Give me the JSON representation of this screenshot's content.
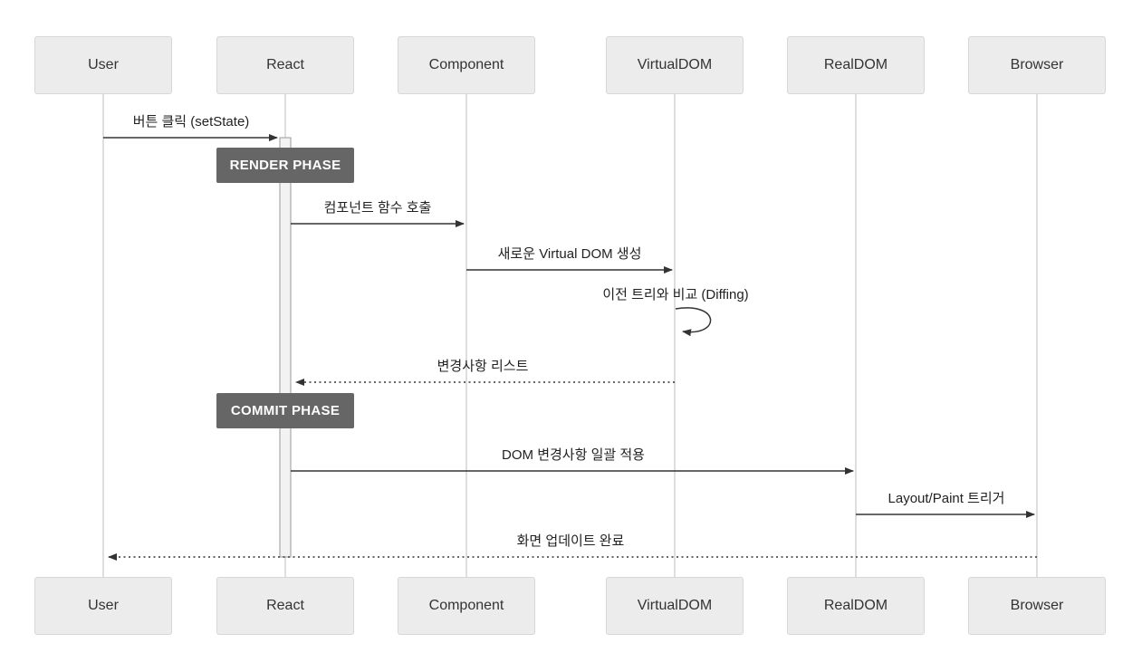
{
  "diagram": {
    "type": "sequence-diagram",
    "participants": [
      {
        "name": "User"
      },
      {
        "name": "React"
      },
      {
        "name": "Component"
      },
      {
        "name": "VirtualDOM"
      },
      {
        "name": "RealDOM"
      },
      {
        "name": "Browser"
      }
    ],
    "phases": [
      {
        "label": "RENDER PHASE"
      },
      {
        "label": "COMMIT PHASE"
      }
    ],
    "messages": [
      {
        "label": "버튼 클릭 (setState)",
        "from": "User",
        "to": "React",
        "line": "solid"
      },
      {
        "label": "컴포넌트 함수 호출",
        "from": "React",
        "to": "Component",
        "line": "solid"
      },
      {
        "label": "새로운 Virtual DOM 생성",
        "from": "Component",
        "to": "VirtualDOM",
        "line": "solid"
      },
      {
        "label": "이전 트리와 비교 (Diffing)",
        "from": "VirtualDOM",
        "to": "VirtualDOM",
        "line": "self-loop"
      },
      {
        "label": "변경사항 리스트",
        "from": "VirtualDOM",
        "to": "React",
        "line": "dashed"
      },
      {
        "label": "DOM 변경사항 일괄 적용",
        "from": "React",
        "to": "RealDOM",
        "line": "solid"
      },
      {
        "label": "Layout/Paint 트리거",
        "from": "RealDOM",
        "to": "Browser",
        "line": "solid"
      },
      {
        "label": "화면 업데이트 완료",
        "from": "Browser",
        "to": "User",
        "line": "dashed"
      }
    ],
    "colors": {
      "background": "#ffffff",
      "participant_fill": "#ececec",
      "participant_border": "#d7d7d7",
      "phase_fill": "#666666",
      "phase_text": "#ffffff",
      "lifeline": "#c8c8c8",
      "arrow": "#333333",
      "activation_fill": "#f2f2f2",
      "activation_border": "#999999",
      "text": "#222222"
    }
  }
}
